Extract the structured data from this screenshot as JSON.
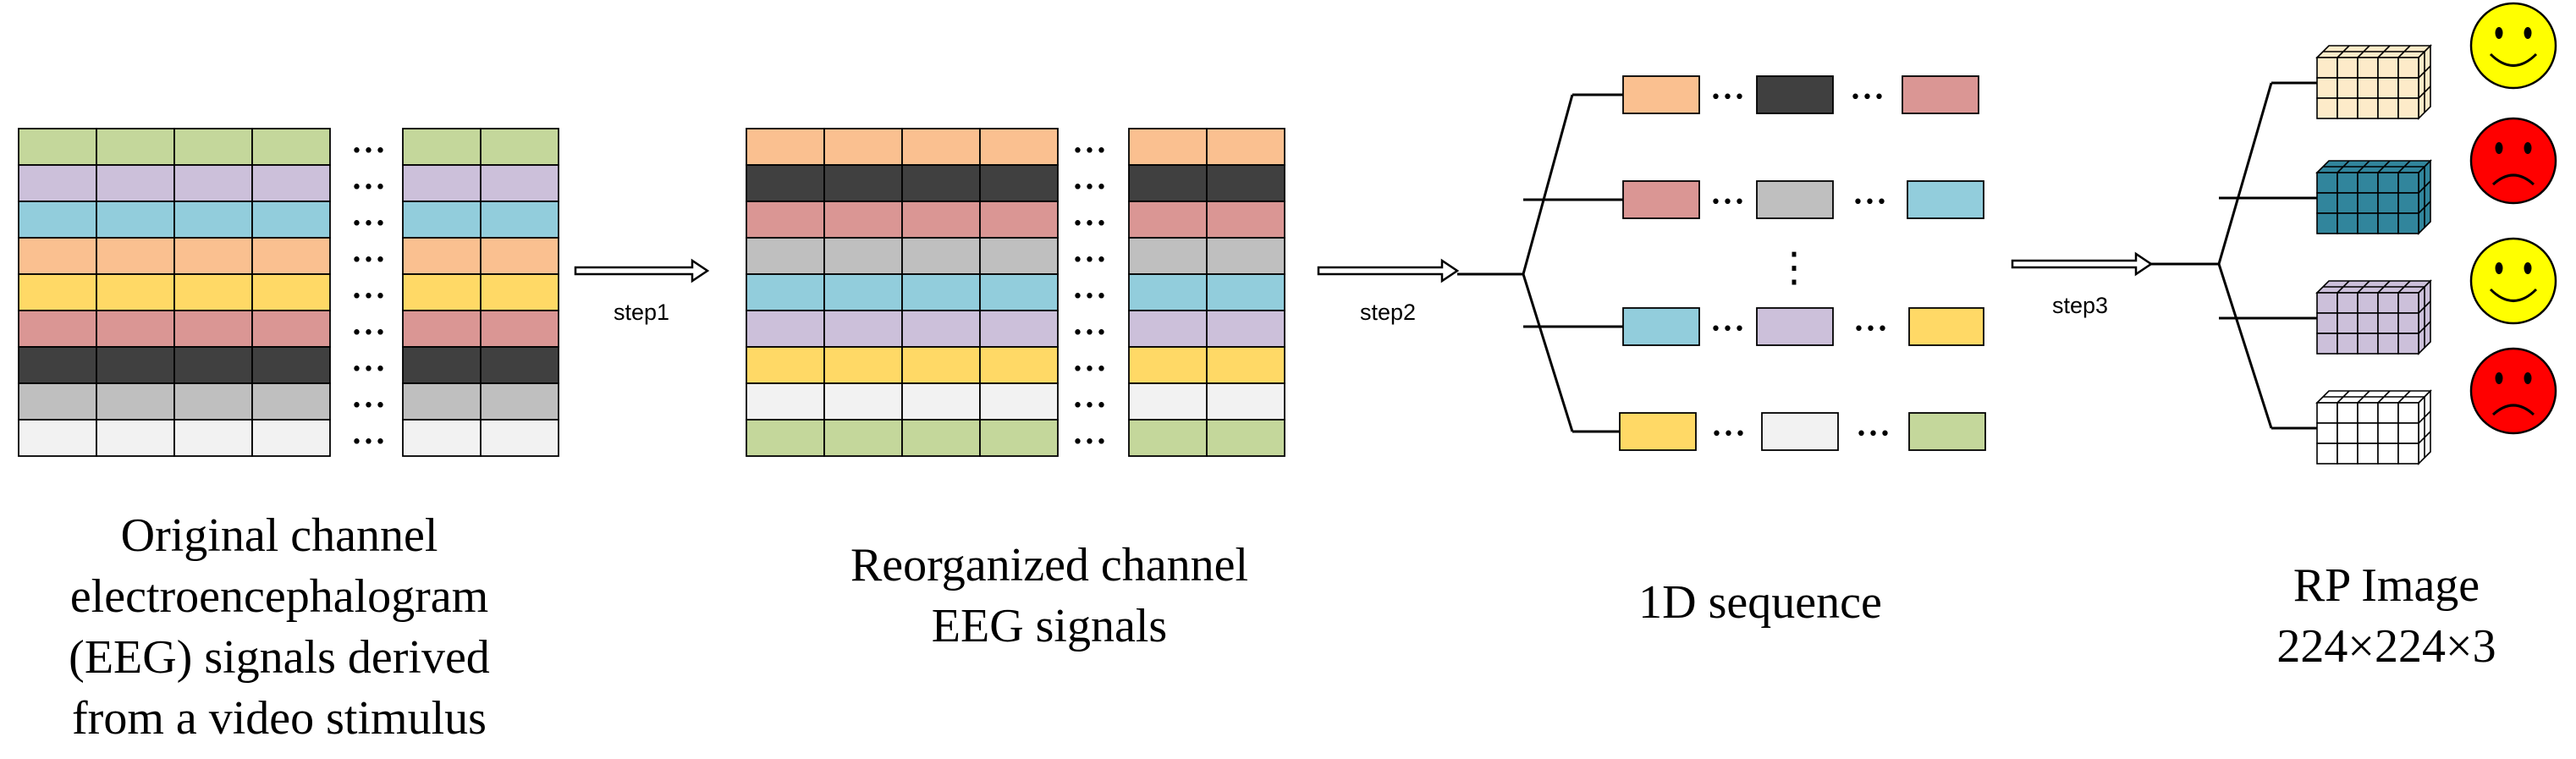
{
  "colors": {
    "green": "#c4d79b",
    "lavender": "#ccc0da",
    "blue": "#92cddc",
    "peach": "#fac090",
    "yellow": "#ffd966",
    "rose": "#da9694",
    "dark": "#404040",
    "gray": "#bfbfbf",
    "light": "#f2f2f2",
    "cream": "#fdebc9",
    "teal": "#31859c",
    "purple": "#ccc0da",
    "white": "#ffffff",
    "happy_face": "#ffff00",
    "sad_face": "#ff0000"
  },
  "original_rows": [
    "green",
    "lavender",
    "blue",
    "peach",
    "yellow",
    "rose",
    "dark",
    "gray",
    "light"
  ],
  "reorganized_rows": [
    "peach",
    "dark",
    "rose",
    "gray",
    "blue",
    "lavender",
    "yellow",
    "light",
    "green"
  ],
  "sequences": [
    [
      "peach",
      "dark",
      "rose"
    ],
    [
      "rose",
      "gray",
      "blue"
    ],
    [
      "blue",
      "lavender",
      "yellow"
    ],
    [
      "yellow",
      "light",
      "green"
    ]
  ],
  "rp_images": [
    {
      "cube_color": "cream",
      "emotion": "happy"
    },
    {
      "cube_color": "teal",
      "emotion": "sad"
    },
    {
      "cube_color": "purple",
      "emotion": "happy"
    },
    {
      "cube_color": "white",
      "emotion": "sad"
    }
  ],
  "ellipsis": "•••",
  "vertical_ellipsis": "⋮",
  "steps": [
    "step1",
    "step2",
    "step3"
  ],
  "captions": {
    "original": [
      "Original channel",
      "electroencephalogram",
      "(EEG) signals derived",
      "from a video stimulus"
    ],
    "reorganized": [
      "Reorganized channel",
      "EEG signals"
    ],
    "sequence": [
      "1D sequence"
    ],
    "rp_image": [
      "RP Image",
      "224×224×3"
    ]
  }
}
